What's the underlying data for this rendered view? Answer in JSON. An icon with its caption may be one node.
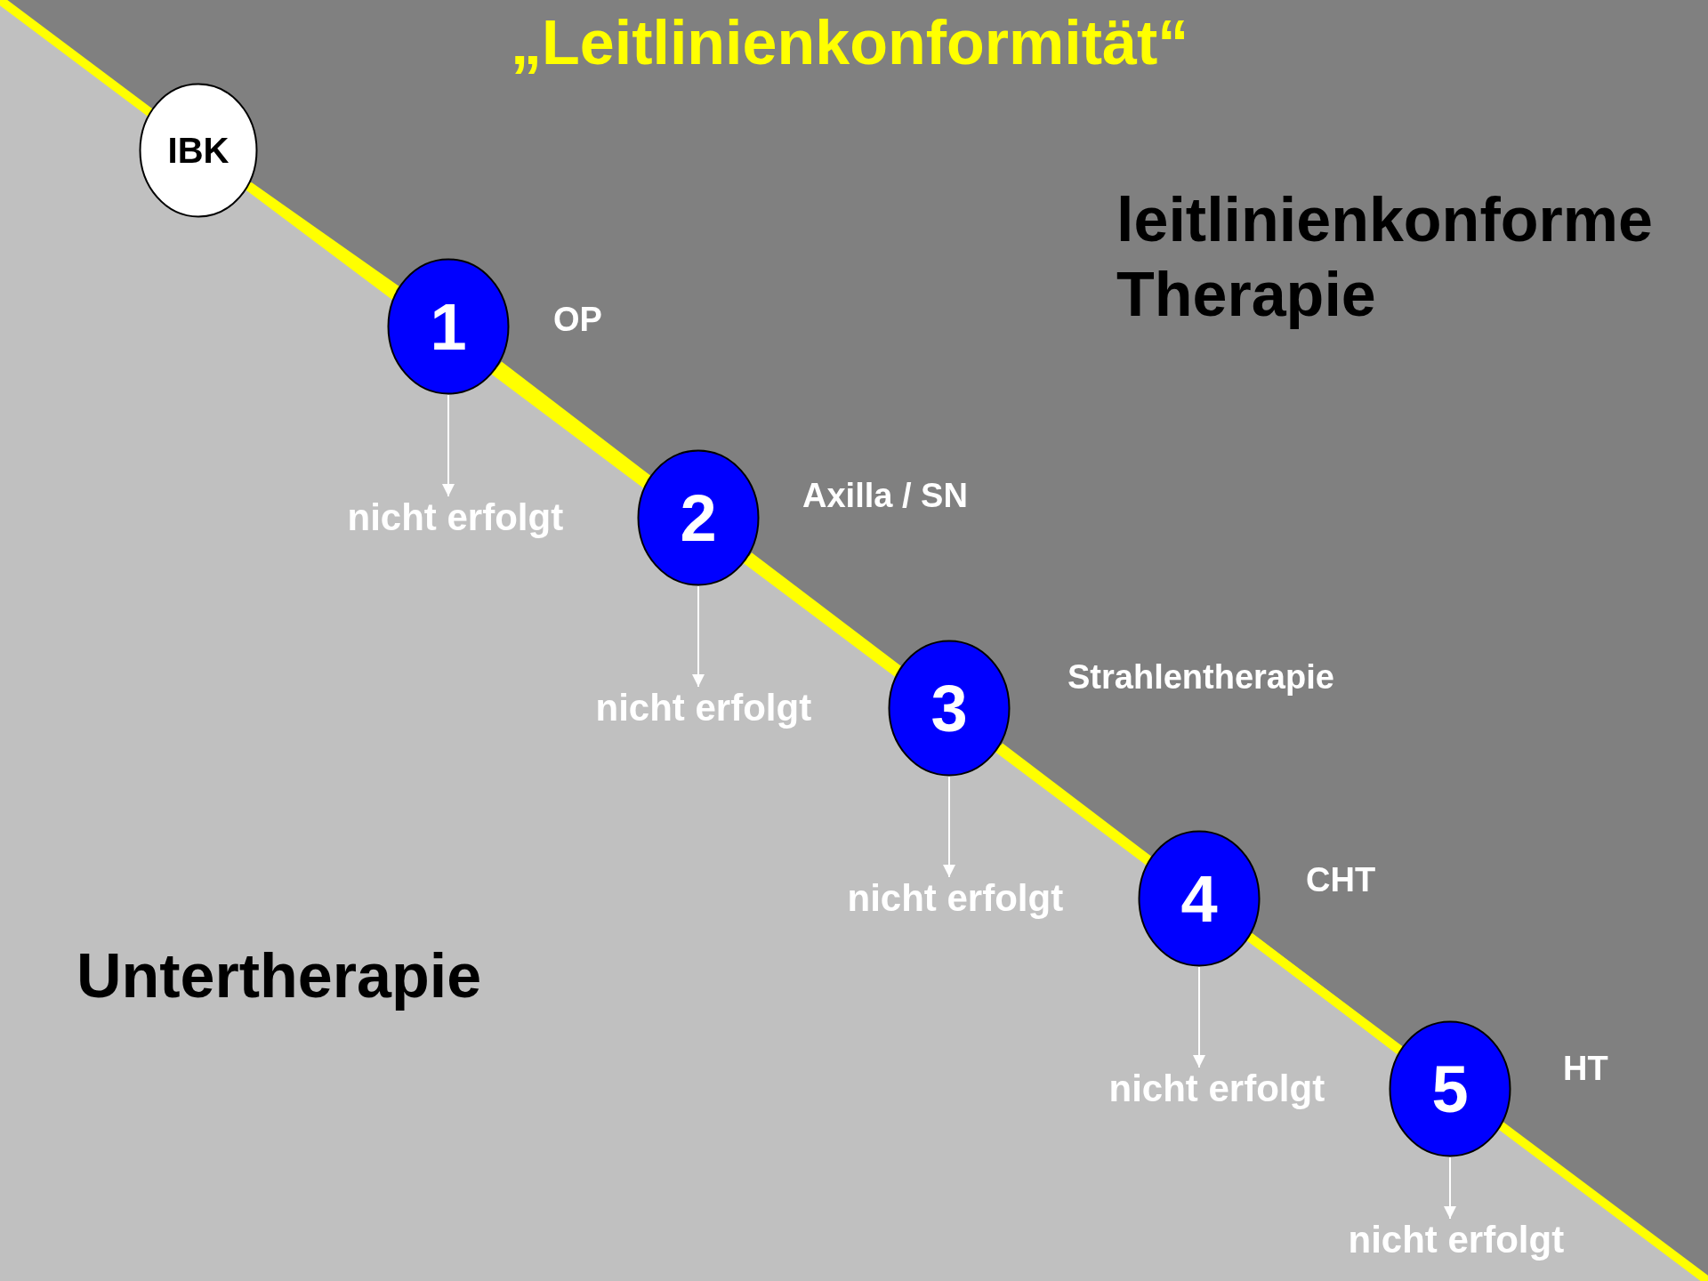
{
  "diagram": {
    "title": "„Leitlinienkonformität“",
    "nodes": [
      {
        "text": [
          "IBK"
        ]
      },
      {
        "text": [
          "1"
        ],
        "beside": [
          "OP"
        ]
      },
      {
        "text": [
          "2"
        ],
        "beside": [
          "Axilla / SN"
        ]
      },
      {
        "text": [
          "3"
        ],
        "beside": [
          "Strahlentherapie"
        ]
      },
      {
        "text": [
          "4"
        ],
        "beside": [
          "CHT"
        ]
      },
      {
        "text": [
          "5"
        ],
        "beside": [
          "HT"
        ]
      },
      {
        "text": [
          "nicht erfolgt"
        ]
      },
      {
        "text": [
          "nicht erfolgt"
        ]
      },
      {
        "text": [
          "nicht erfolgt"
        ]
      },
      {
        "text": [
          "nicht erfolgt"
        ]
      },
      {
        "text": [
          "nicht erfolgt"
        ]
      }
    ],
    "edges": [
      {
        "from": 0,
        "to": 1,
        "arrow": "none",
        "style": "thick",
        "color": "#ffff00"
      },
      {
        "from": 1,
        "to": 2,
        "arrow": "none",
        "style": "thick",
        "color": "#ffff00"
      },
      {
        "from": 2,
        "to": 3,
        "arrow": "none",
        "style": "thick",
        "color": "#ffff00"
      },
      {
        "from": 3,
        "to": 4,
        "arrow": "none",
        "style": "thick",
        "color": "#ffff00"
      },
      {
        "from": 4,
        "to": 5,
        "arrow": "none",
        "style": "thick",
        "color": "#ffff00"
      },
      {
        "from": 1,
        "to": 6,
        "arrow": "to",
        "color": "#ffffff"
      },
      {
        "from": 2,
        "to": 7,
        "arrow": "to",
        "color": "#ffffff"
      },
      {
        "from": 3,
        "to": 8,
        "arrow": "to",
        "color": "#ffffff"
      },
      {
        "from": 4,
        "to": 9,
        "arrow": "to",
        "color": "#ffffff"
      },
      {
        "from": 5,
        "to": 10,
        "arrow": "to",
        "color": "#ffffff"
      }
    ],
    "labels": [
      "leitlinienkonforme Therapie",
      "Untertherapie"
    ]
  }
}
